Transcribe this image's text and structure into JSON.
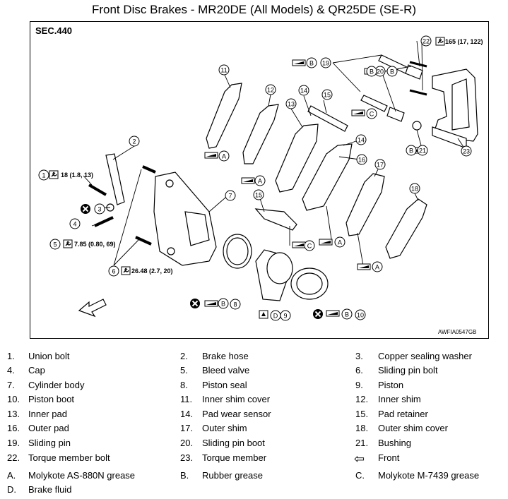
{
  "title": "Front Disc Brakes - MR20DE (All Models) & QR25DE (SE-R)",
  "section": "SEC.440",
  "figure_id": "AWFIA0547GB",
  "torque": {
    "t22": "165 (17, 122)",
    "t1": "18 (1.8, 13)",
    "t5": "7.85 (0.80, 69)",
    "t6": "26.48 (2.7, 20)"
  },
  "callouts": [
    "1",
    "2",
    "3",
    "4",
    "5",
    "6",
    "7",
    "8",
    "9",
    "10",
    "11",
    "12",
    "13",
    "14",
    "15",
    "16",
    "17",
    "18",
    "19",
    "20",
    "21",
    "22",
    "23"
  ],
  "grease_letters": [
    "A",
    "B",
    "C",
    "D"
  ],
  "legend": [
    {
      "num": "1.",
      "label": "Union bolt"
    },
    {
      "num": "2.",
      "label": "Brake hose"
    },
    {
      "num": "3.",
      "label": "Copper sealing washer"
    },
    {
      "num": "4.",
      "label": "Cap"
    },
    {
      "num": "5.",
      "label": "Bleed valve"
    },
    {
      "num": "6.",
      "label": "Sliding pin bolt"
    },
    {
      "num": "7.",
      "label": "Cylinder body"
    },
    {
      "num": "8.",
      "label": "Piston seal"
    },
    {
      "num": "9.",
      "label": "Piston"
    },
    {
      "num": "10.",
      "label": "Piston boot"
    },
    {
      "num": "11.",
      "label": "Inner shim cover"
    },
    {
      "num": "12.",
      "label": "Inner shim"
    },
    {
      "num": "13.",
      "label": "Inner pad"
    },
    {
      "num": "14.",
      "label": "Pad wear sensor"
    },
    {
      "num": "15.",
      "label": "Pad retainer"
    },
    {
      "num": "16.",
      "label": "Outer pad"
    },
    {
      "num": "17.",
      "label": "Outer shim"
    },
    {
      "num": "18.",
      "label": "Outer shim cover"
    },
    {
      "num": "19.",
      "label": "Sliding pin"
    },
    {
      "num": "20.",
      "label": "Sliding pin boot"
    },
    {
      "num": "21.",
      "label": "Bushing"
    },
    {
      "num": "22.",
      "label": "Torque member bolt"
    },
    {
      "num": "23.",
      "label": "Torque member"
    },
    {
      "num": "",
      "label": "Front"
    }
  ],
  "grease_legend": [
    {
      "num": "A.",
      "label": "Molykote AS-880N grease"
    },
    {
      "num": "B.",
      "label": "Rubber grease"
    },
    {
      "num": "C.",
      "label": "Molykote M-7439 grease"
    },
    {
      "num": "D.",
      "label": "Brake fluid"
    }
  ]
}
